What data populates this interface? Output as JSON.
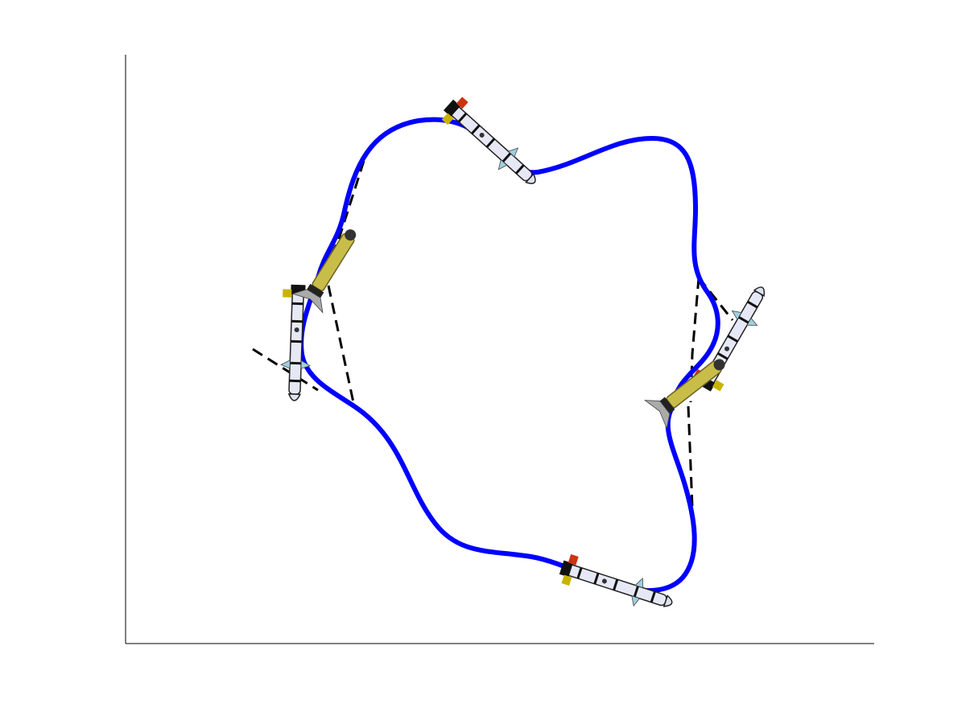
{
  "figure": {
    "background": "#ffffff",
    "axis_color": "#000000",
    "trajectory_color": "#0000ff",
    "guide_color": "#000000",
    "missile_body_color": "#e6e9f5",
    "missile_band_color": "#111111",
    "missile_fin_color": "#cc3311",
    "missile_fin_alt_color": "#c8b400",
    "missile_nose_color": "#dde3ee",
    "launch_tube_color": "#c9bd4a",
    "launch_tube_cap_color": "#333333",
    "missiles": [
      {
        "name": "missile-top"
      },
      {
        "name": "missile-left"
      },
      {
        "name": "missile-right"
      },
      {
        "name": "missile-bottom"
      }
    ],
    "launch_tubes": [
      {
        "name": "launch-tube-left"
      },
      {
        "name": "launch-tube-right"
      }
    ]
  }
}
